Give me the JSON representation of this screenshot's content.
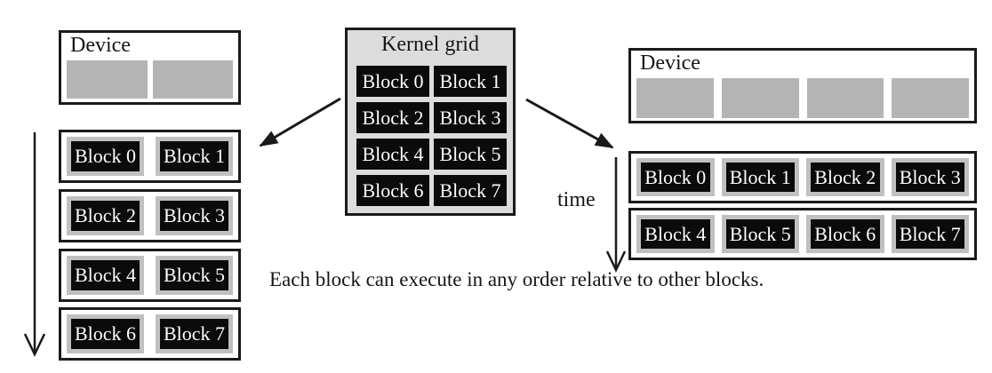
{
  "kernel_grid": {
    "title": "Kernel grid",
    "blocks": [
      "Block 0",
      "Block 1",
      "Block 2",
      "Block 3",
      "Block 4",
      "Block 5",
      "Block 6",
      "Block 7"
    ]
  },
  "left_device": {
    "label": "Device",
    "sm_slots": 2
  },
  "right_device": {
    "label": "Device",
    "sm_slots": 4
  },
  "left_schedule": {
    "rows": [
      [
        "Block 0",
        "Block 1"
      ],
      [
        "Block 2",
        "Block 3"
      ],
      [
        "Block 4",
        "Block 5"
      ],
      [
        "Block 6",
        "Block 7"
      ]
    ]
  },
  "right_schedule": {
    "time_label": "time",
    "rows": [
      [
        "Block 0",
        "Block 1",
        "Block 2",
        "Block 3"
      ],
      [
        "Block 4",
        "Block 5",
        "Block 6",
        "Block 7"
      ]
    ]
  },
  "caption": "Each block can execute in any order relative to other blocks.",
  "colors": {
    "line_black": "#1a1a1a",
    "block_black": "#0b0b0b",
    "sm_gray": "#b4b4b4",
    "frame_gray": "#c0c0c0",
    "grid_background_gray": "#dcdcdc",
    "block_text": "#ffffff"
  }
}
